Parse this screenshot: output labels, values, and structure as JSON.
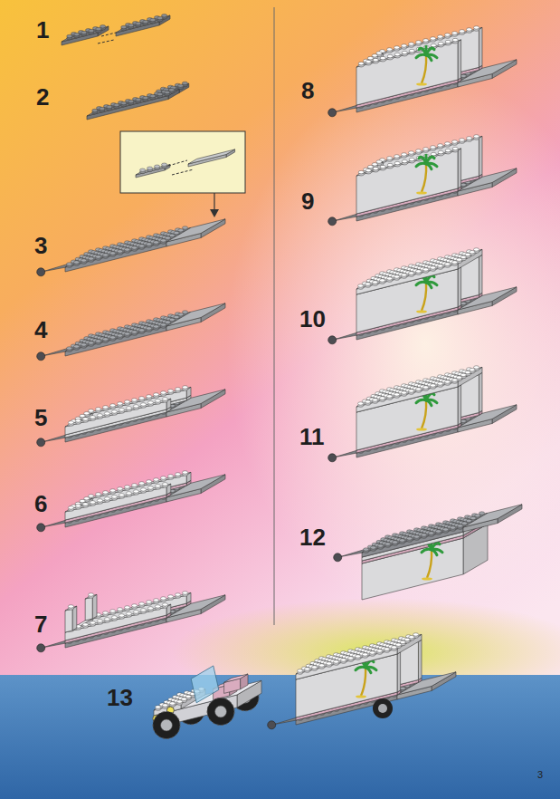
{
  "diagram": {
    "labels": [
      "1",
      "2",
      "3",
      "4",
      "5",
      "6",
      "7",
      "8",
      "9",
      "10",
      "11",
      "12",
      "13",
      "3"
    ]
  }
}
